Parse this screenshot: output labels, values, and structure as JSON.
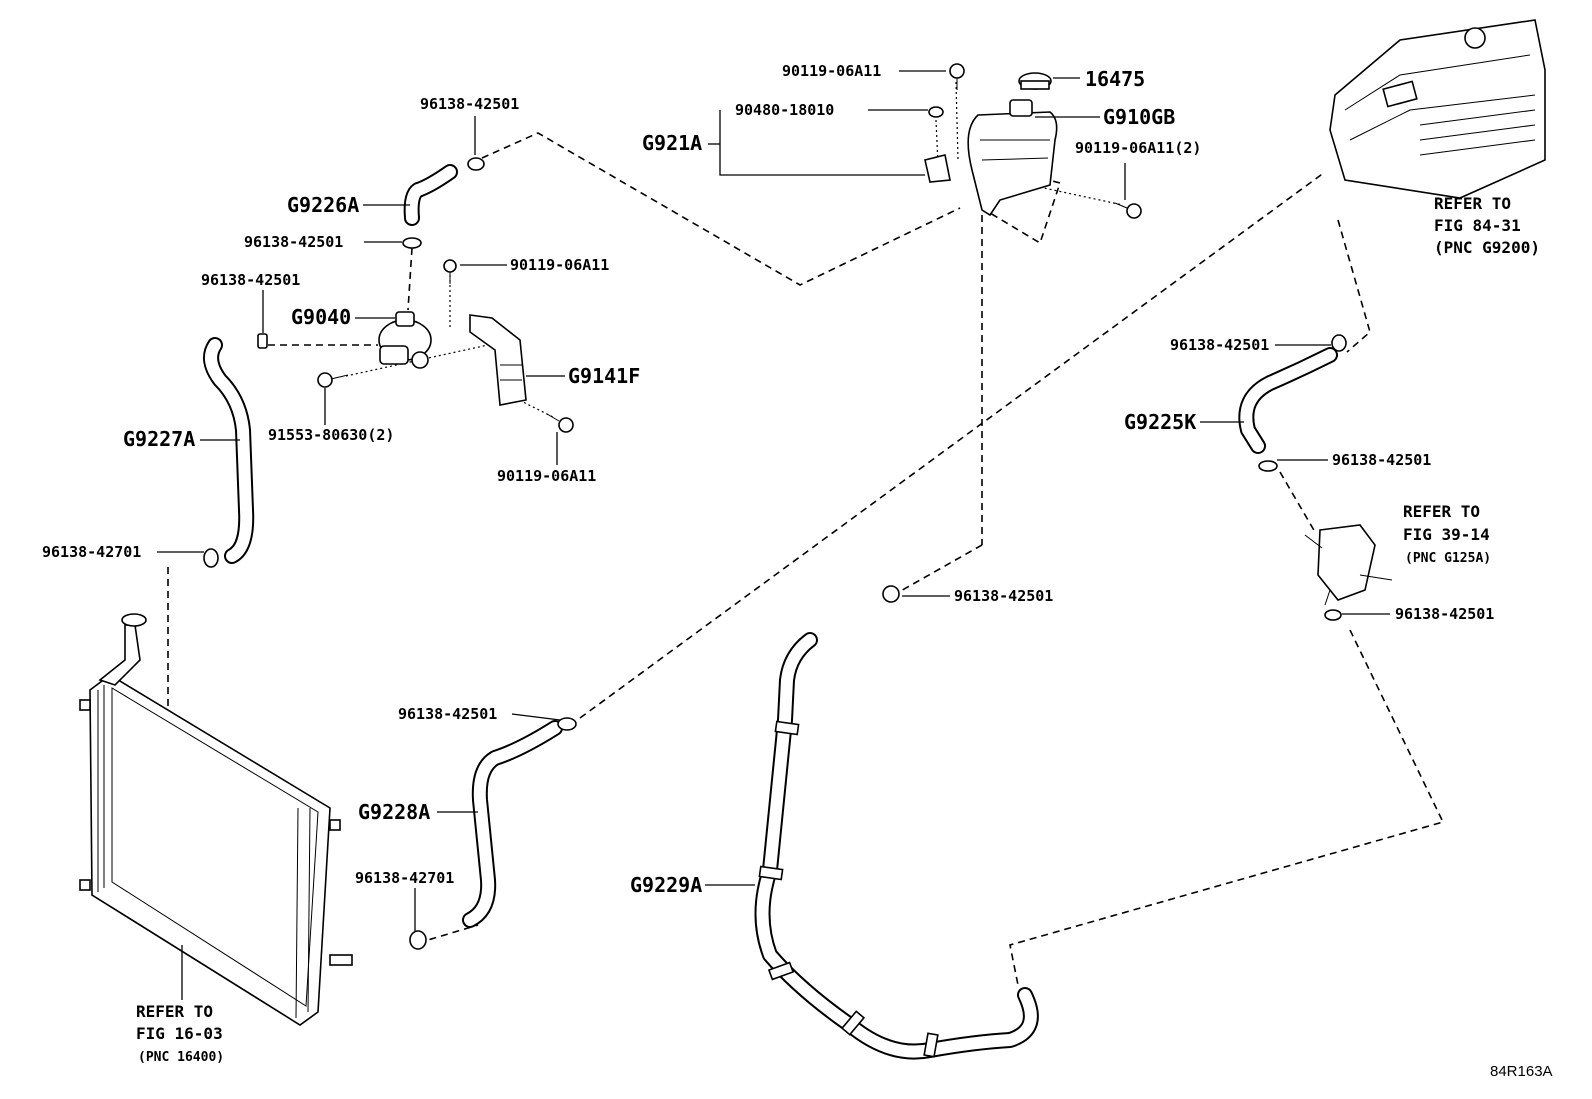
{
  "diagram_code": "84R163A",
  "callouts": {
    "clamp_top": "96138-42501",
    "g9226a": "G9226A",
    "clamp_g9226a_lower": "96138-42501",
    "clamp_g9227a_upper": "96138-42501",
    "g9040": "G9040",
    "bolt_bracket_top": "90119-06A11",
    "g9141f": "G9141F",
    "g9227a": "G9227A",
    "bolt_pump": "91553-80630(2)",
    "bolt_bracket_lower": "90119-06A11",
    "clamp_g9227a_lower": "96138-42701",
    "bolt_tank_top": "90119-06A11",
    "grommet": "90480-18010",
    "g921a": "G921A",
    "cap": "16475",
    "tank": "G910GB",
    "bolt_tank_side": "90119-06A11(2)",
    "clamp_g9225k_upper": "96138-42501",
    "g9225k": "G9225K",
    "clamp_g9225k_lower": "96138-42501",
    "clamp_g9229a": "96138-42501",
    "clamp_g9125a_lower": "96138-42501",
    "clamp_g9228a_upper": "96138-42501",
    "g9228a": "G9228A",
    "clamp_g9228a_lower": "96138-42701",
    "g9229a": "G9229A"
  },
  "references": {
    "inverter": [
      "REFER TO",
      "FIG 84-31",
      "(PNC G9200)"
    ],
    "cooler": [
      "REFER TO",
      "FIG 39-14",
      "(PNC G125A)"
    ],
    "radiator": [
      "REFER TO",
      "FIG 16-03",
      "(PNC 16400)"
    ]
  }
}
